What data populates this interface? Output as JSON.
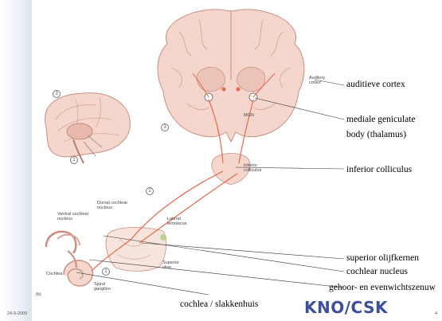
{
  "callouts": {
    "auditory_cortex": "auditieve cortex",
    "mgb_line1": "mediale geniculate",
    "mgb_line2": "body (thalamus)",
    "inferior_colliculus": "inferior colliculus",
    "superior_olive": "superior olijfkernen",
    "cochlear_nucleus": "cochlear nucleus",
    "nerve": "gehoor- en evenwichtszenuw",
    "cochlea": "cochlea / slakkenhuis"
  },
  "figure_labels": {
    "auditory_cortex_line1": "Auditory",
    "auditory_cortex_line2": "cortex",
    "mgn": "MGN",
    "inferior_colliculus_line1": "Inferior",
    "inferior_colliculus_line2": "colliculus",
    "dorsal_cochlear_line1": "Dorsal cochlear",
    "dorsal_cochlear_line2": "nucleus",
    "ventral_cochlear_line1": "Ventral cochlear",
    "ventral_cochlear_line2": "nucleus",
    "lateral_lemniscus_line1": "Lateral",
    "lateral_lemniscus_line2": "lemniscus",
    "superior_olive_line1": "Superior",
    "superior_olive_line2": "olive",
    "spiral_ganglion_line1": "Spiral",
    "spiral_ganglion_line2": "ganglion",
    "cochlea": "Cochlea",
    "panel": "(b)"
  },
  "numbers": {
    "n1": "1",
    "n2": "2",
    "n3": "3"
  },
  "footer": {
    "date": "24-9-2009",
    "logo": "KNO/CSK",
    "page": "4"
  },
  "colors": {
    "pathway": "#e8684a",
    "brain_fill": "#f2d2c8",
    "brain_stroke": "#c98e80",
    "logo": "#3b4f9c"
  }
}
